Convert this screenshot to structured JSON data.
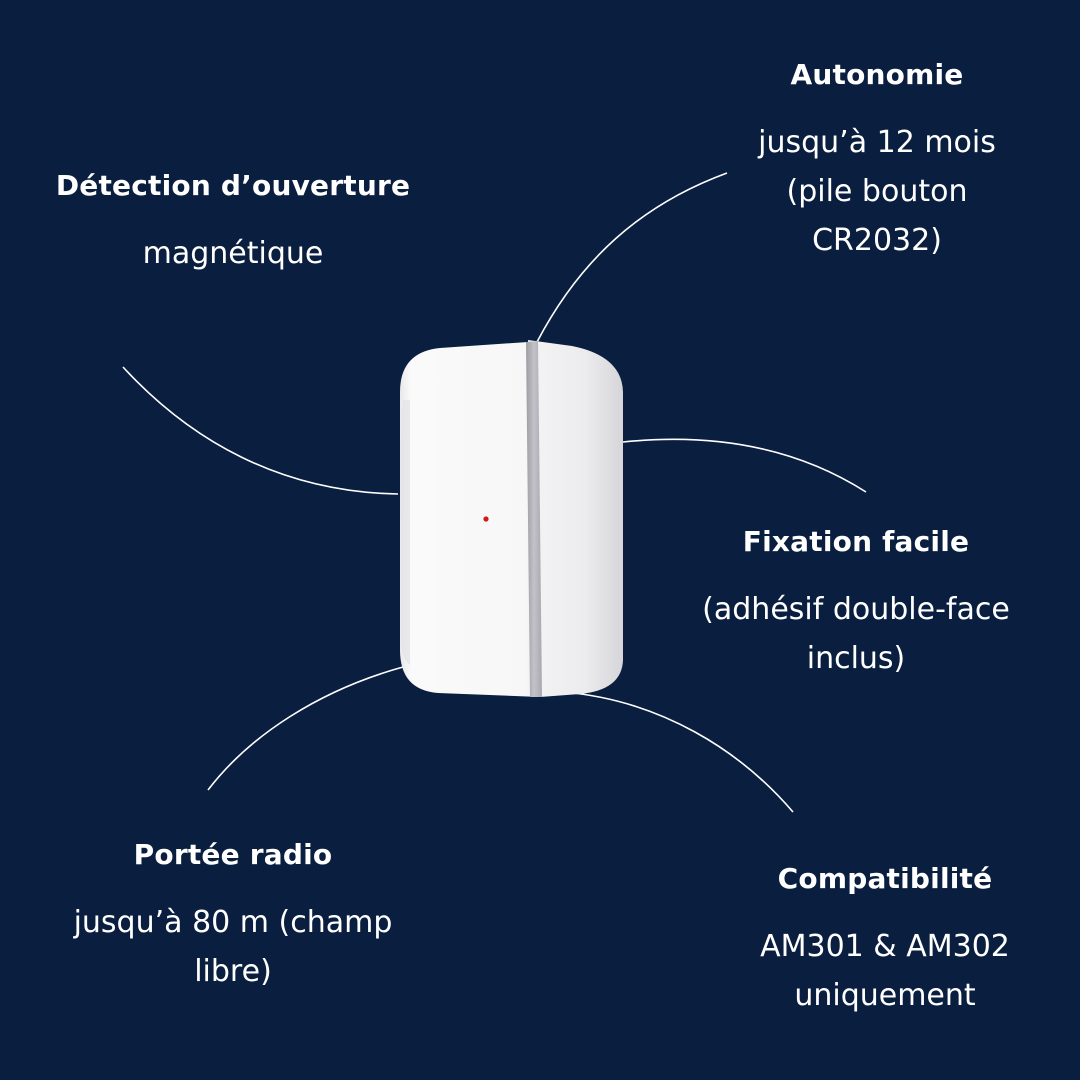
{
  "features": {
    "detection": {
      "title": "Détection d’ouverture",
      "description": "magnétique"
    },
    "autonomie": {
      "title": "Autonomie",
      "description": "jusqu’à 12 mois\n(pile bouton\nCR2032)"
    },
    "fixation": {
      "title": "Fixation facile",
      "description": "(adhésif double-face\ninclus)"
    },
    "portee": {
      "title": "Portée radio",
      "description": "jusqu’à 80 m (champ\nlibre)"
    },
    "compatibilite": {
      "title": "Compatibilité",
      "description": "AM301 & AM302\nuniquement"
    }
  },
  "product": {
    "name": "door-window-sensor",
    "led_color": "#d11b1b"
  },
  "colors": {
    "background": "#0a1e3f",
    "text": "#ffffff",
    "connector": "#ffffff"
  }
}
